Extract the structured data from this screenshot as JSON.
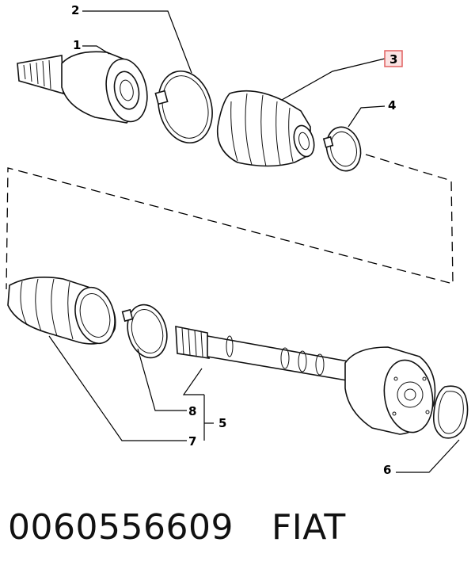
{
  "callouts": {
    "c1": "1",
    "c2": "2",
    "c3": "3",
    "c4": "4",
    "c5": "5",
    "c6": "6",
    "c7": "7",
    "c8": "8"
  },
  "highlight_color": "#e06060",
  "footer": {
    "part_number": "0060556609",
    "brand": "FIAT"
  }
}
